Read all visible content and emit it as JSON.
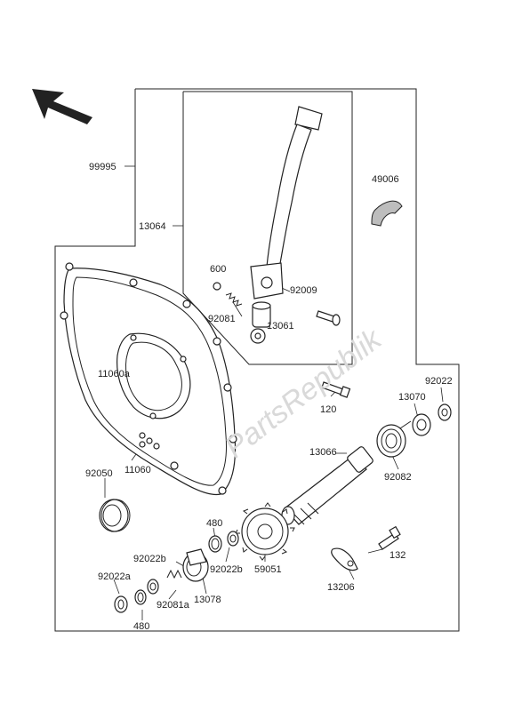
{
  "labels": {
    "l99995": "99995",
    "l13064": "13064",
    "l49006": "49006",
    "l600": "600",
    "l92009": "92009",
    "l92081": "92081",
    "l13061": "13061",
    "l11060a": "11060a",
    "l120": "120",
    "l92022": "92022",
    "l13070": "13070",
    "l13066": "13066",
    "l92082": "92082",
    "l92050": "92050",
    "l11060": "11060",
    "l480top": "480",
    "l92022b_left": "92022b",
    "l92022b_right": "92022b",
    "l59051": "59051",
    "l132": "132",
    "l92022a": "92022a",
    "l92081a": "92081a",
    "l13078": "13078",
    "l13206": "13206",
    "l480bottom": "480"
  },
  "watermark": "PartsRepublik"
}
